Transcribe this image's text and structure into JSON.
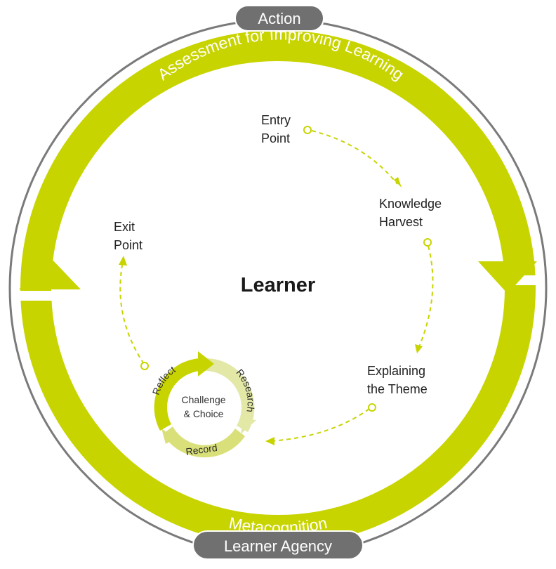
{
  "pills": {
    "top": "Action",
    "bottom": "Learner Agency"
  },
  "ring": {
    "top_text": "Assessment for Improving Learning",
    "bottom_text": "Metacognition"
  },
  "center": {
    "title": "Learner"
  },
  "stages": {
    "entry_line1": "Entry",
    "entry_line2": "Point",
    "harvest_line1": "Knowledge",
    "harvest_line2": "Harvest",
    "theme_line1": "Explaining",
    "theme_line2": "the Theme",
    "exit_line1": "Exit",
    "exit_line2": "Point"
  },
  "inner_cycle": {
    "center_line1": "Challenge",
    "center_line2": "& Choice",
    "reflect": "Reflect",
    "research": "Research",
    "record": "Record"
  },
  "colors": {
    "accent": "#c8d400",
    "light_accent": "#e3e8a6",
    "pill": "#707070",
    "outline": "#7a7a7a"
  }
}
